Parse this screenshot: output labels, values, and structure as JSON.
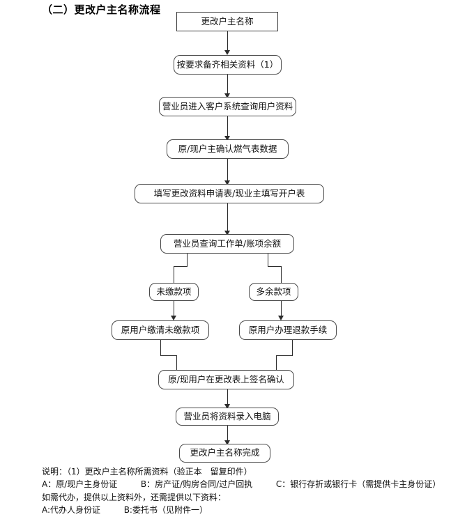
{
  "title": "（二）更改户主名称流程",
  "flow": {
    "nodes": [
      {
        "id": "start",
        "label": "更改户主名称"
      },
      {
        "id": "prepare",
        "label": "按要求备齐相关资料（1）"
      },
      {
        "id": "query_user",
        "label": "营业员进入客户系统查询用户资料"
      },
      {
        "id": "confirm_meter",
        "label": "原/现户主确认燃气表数据"
      },
      {
        "id": "fill_forms",
        "label": "填写更改资料申请表/现业主填写开户表"
      },
      {
        "id": "check_balance",
        "label": "营业员查询工作单/账项余额"
      },
      {
        "id": "branch_unpaid",
        "label": "未缴款项"
      },
      {
        "id": "branch_surplus",
        "label": "多余款项"
      },
      {
        "id": "pay_unpaid",
        "label": "原用户缴清未缴款项"
      },
      {
        "id": "refund",
        "label": "原用户办理退款手续"
      },
      {
        "id": "sign",
        "label": "原/现用户在更改表上签名确认"
      },
      {
        "id": "enter_data",
        "label": "营业员将资料录入电脑"
      },
      {
        "id": "done",
        "label": "更改户主名称完成"
      }
    ]
  },
  "notes": {
    "line1": "说明：（1）更改户主名称所需资料（验正本　留复印件）",
    "line2_a": "A：原/现户主身份证",
    "line2_b": "B：房产证/购房合同/过户回执",
    "line2_c": "C：银行存折或银行卡（需提供卡主身份证）",
    "line3": "如需代办，提供以上资料外，还需提供以下资料：",
    "line4_a": "A:代办人身份证",
    "line4_b": "B:委托书（见附件一）"
  },
  "colors": {
    "box_border": "#4a4a4a",
    "connector": "#2b2b2b",
    "text": "#111111",
    "background": "#ffffff"
  }
}
